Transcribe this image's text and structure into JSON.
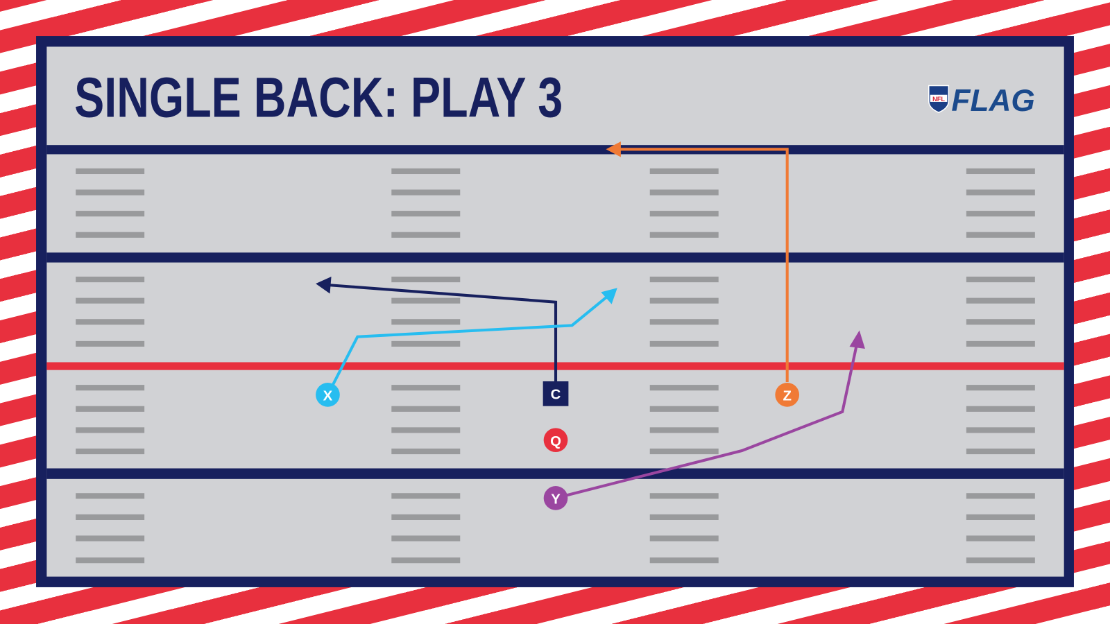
{
  "title": "SINGLE BACK: PLAY 3",
  "logo": {
    "shield_text": "NFL",
    "word": "FLAG"
  },
  "colors": {
    "navy": "#17205e",
    "field": "#d1d2d5",
    "hash": "#999a9c",
    "red": "#e8303e",
    "x": "#27bdf0",
    "z": "#f07a35",
    "y": "#9a46a0",
    "q": "#e8303e",
    "c": "#17205e"
  },
  "players": [
    {
      "id": "x",
      "label": "X"
    },
    {
      "id": "c",
      "label": "C"
    },
    {
      "id": "q",
      "label": "Q"
    },
    {
      "id": "z",
      "label": "Z"
    },
    {
      "id": "y",
      "label": "Y"
    }
  ]
}
